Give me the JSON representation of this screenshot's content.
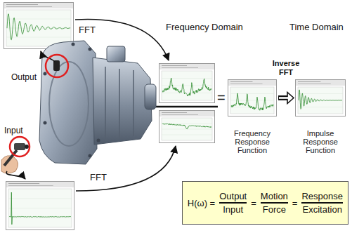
{
  "diagram": {
    "nodes": [
      {
        "text": [
          "Frequency Response Function"
        ]
      },
      {
        "text": [
          "Impulse Response Function"
        ]
      },
      {
        "text": [
          "H(ω) =",
          "Output",
          "Input",
          "=",
          "Motion",
          "Force",
          "=",
          "Response",
          "Excitation"
        ]
      }
    ],
    "edges": [
      {
        "from": 0,
        "to": 1,
        "arrow": "to",
        "label": "Inverse FFT"
      }
    ],
    "labels": [
      "Frequency Domain",
      "Time Domain",
      "FFT",
      "Output",
      "=",
      "Input",
      "FFT"
    ]
  }
}
